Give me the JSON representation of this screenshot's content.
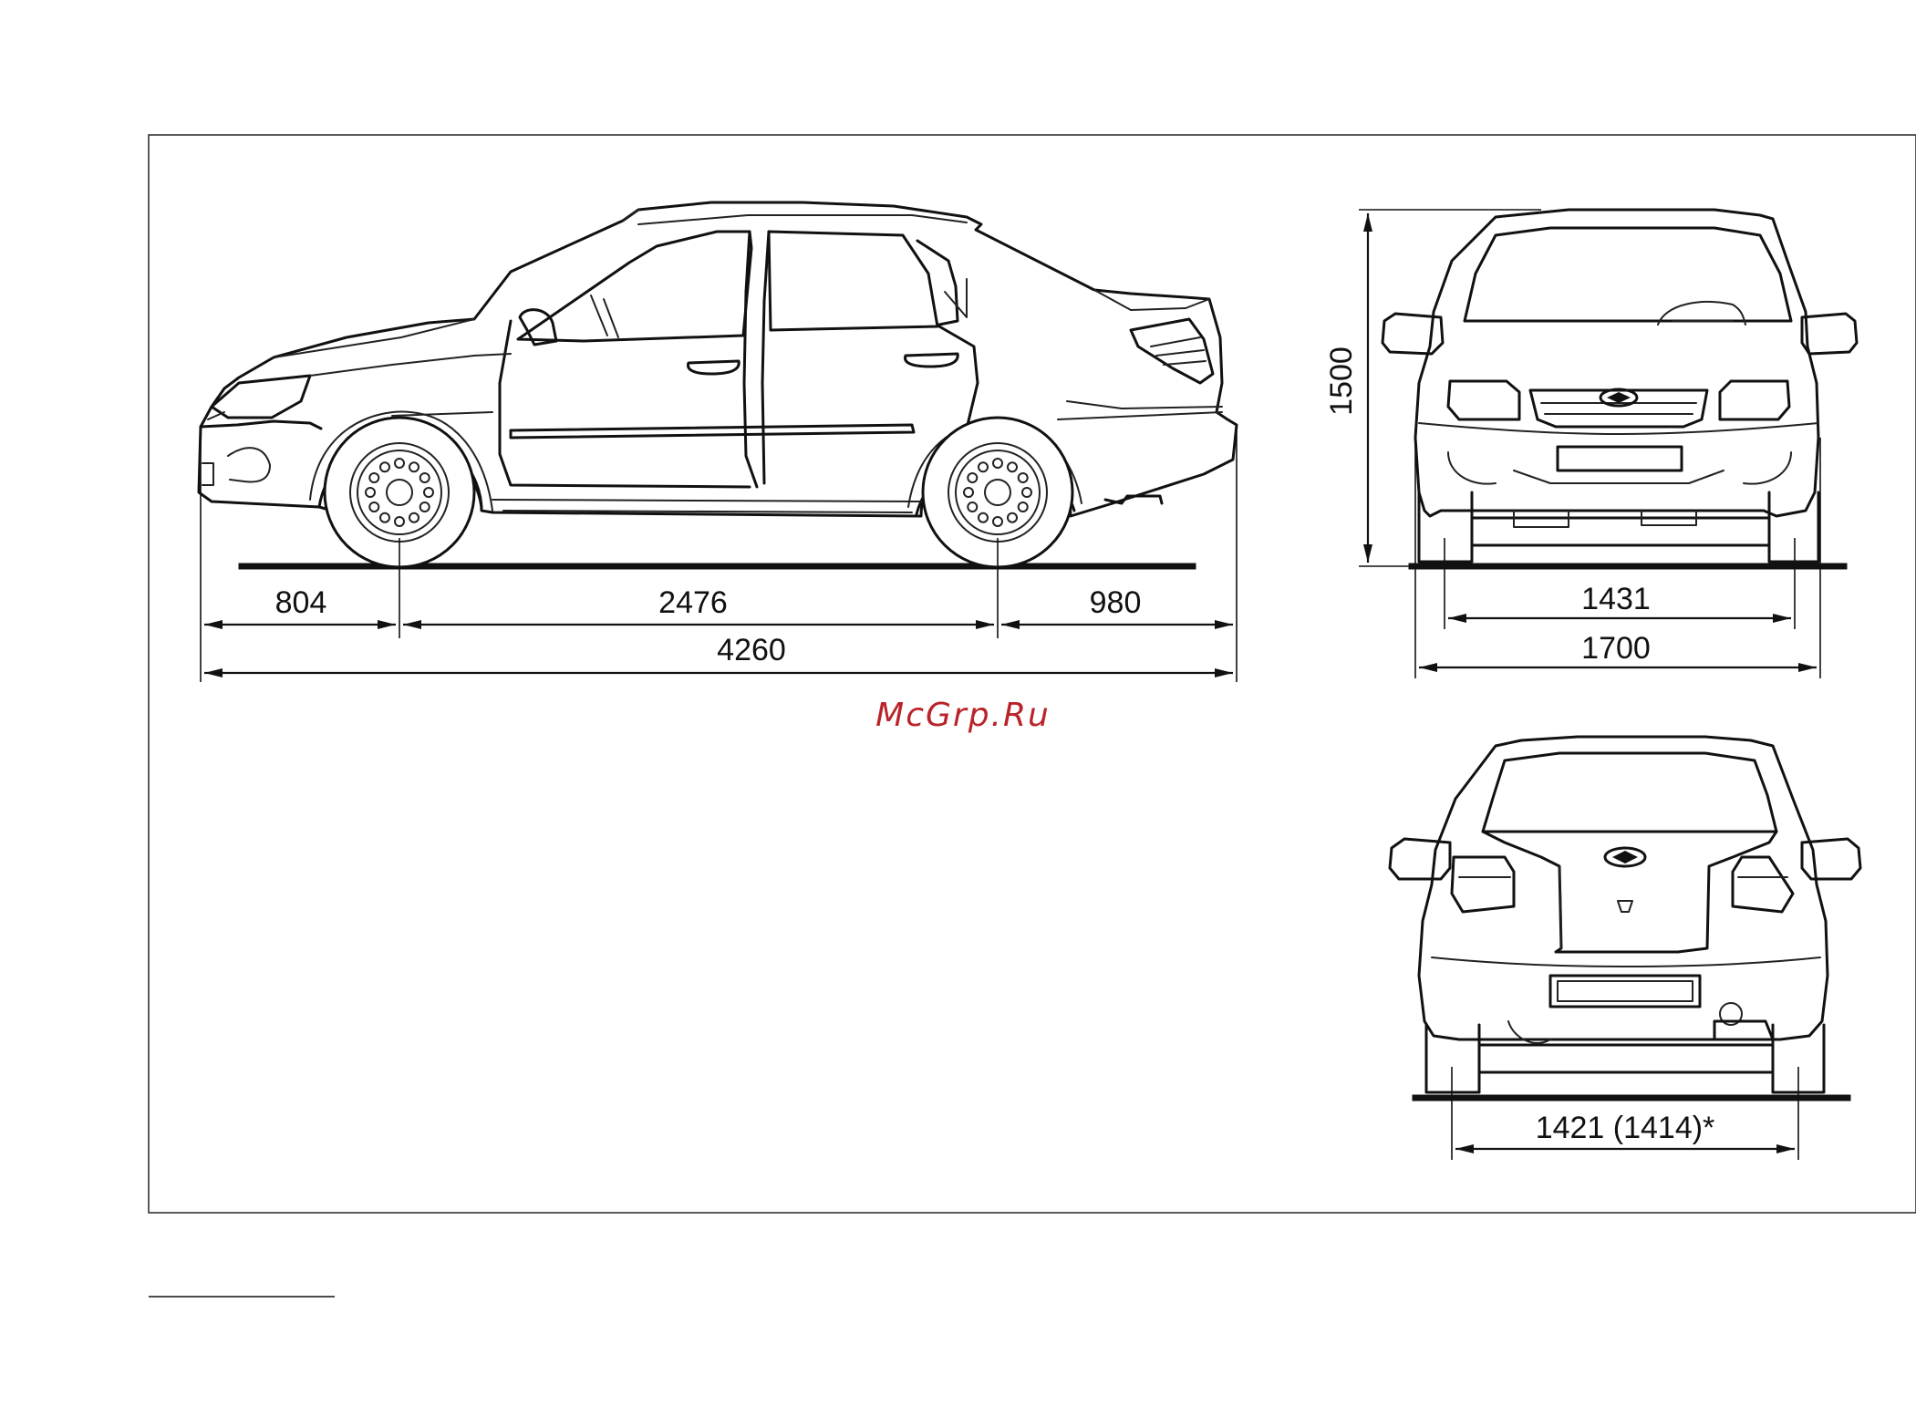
{
  "watermark": "McGrp.Ru",
  "side_view": {
    "front_overhang": "804",
    "wheelbase": "2476",
    "rear_overhang": "980",
    "overall_length": "4260"
  },
  "front_view": {
    "overall_height": "1500",
    "front_track": "1431",
    "overall_width": "1700"
  },
  "rear_view": {
    "rear_track": "1421 (1414)*"
  }
}
